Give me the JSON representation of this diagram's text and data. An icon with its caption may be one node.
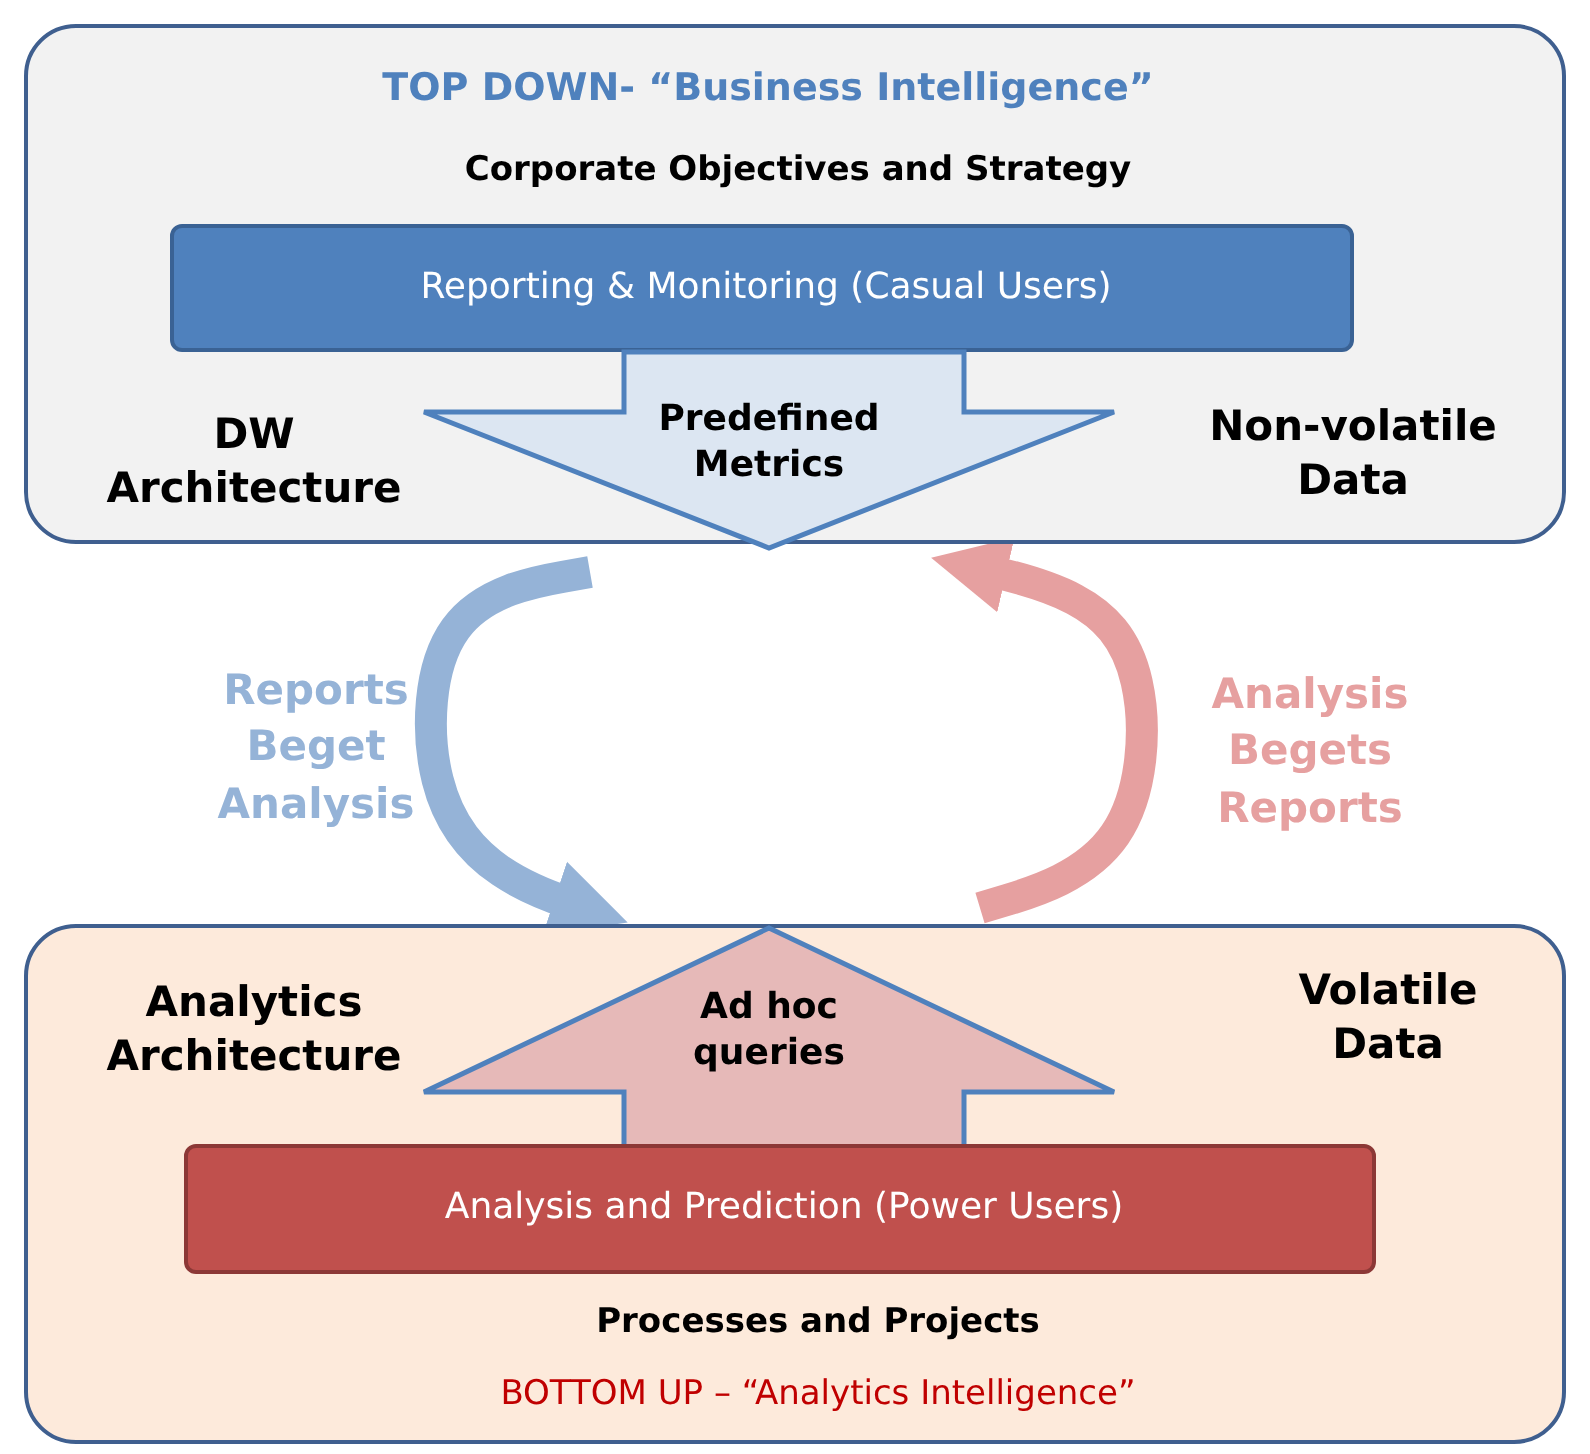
{
  "diagram": {
    "nodes": [
      {
        "text": [
          "TOP DOWN- “Business Intelligence”",
          "Corporate Objectives and Strategy",
          "DW Architecture",
          "Non-volatile Data"
        ]
      },
      {
        "text": [
          "Reporting & Monitoring (Casual Users)"
        ],
        "in": 0
      },
      {
        "text": [
          "Predefined Metrics"
        ],
        "in": 0
      },
      {
        "text": [
          "Analytics Architecture",
          "Volatile Data",
          "Processes and Projects",
          "BOTTOM UP – “Analytics Intelligence”"
        ]
      },
      {
        "text": [
          "Ad hoc queries"
        ],
        "in": 3
      },
      {
        "text": [
          "Analysis and Prediction (Power Users)"
        ],
        "in": 3
      }
    ],
    "edges": [
      {
        "from": 0,
        "to": 3,
        "arrow": "to",
        "label": "Reports Beget Analysis",
        "color": "#95b3d7"
      },
      {
        "from": 3,
        "to": 0,
        "arrow": "to",
        "label": "Analysis Begets Reports",
        "color": "#e6a0a0"
      }
    ]
  }
}
